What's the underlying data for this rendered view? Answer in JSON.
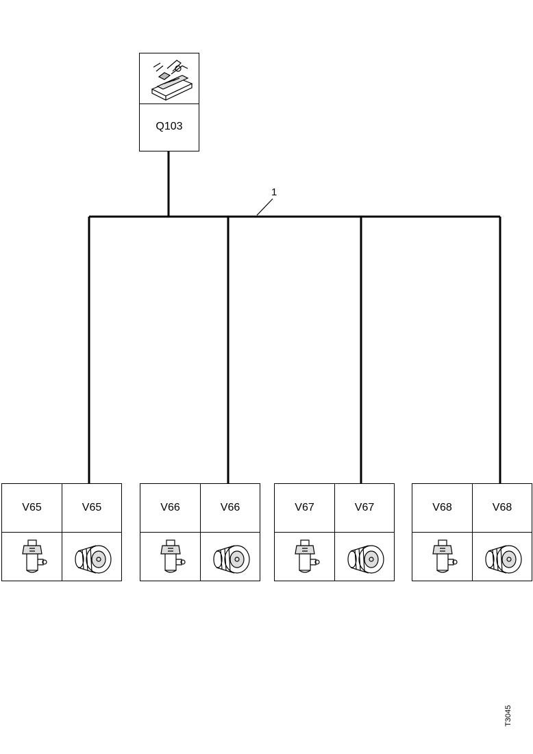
{
  "top_module": {
    "code": "Q103",
    "icon": "control-unit-icon"
  },
  "bus_label": "1",
  "groups": [
    {
      "left_code": "V65",
      "right_code": "V65",
      "left_icon": "valve-icon",
      "right_icon": "motor-icon"
    },
    {
      "left_code": "V66",
      "right_code": "V66",
      "left_icon": "valve-icon",
      "right_icon": "motor-icon"
    },
    {
      "left_code": "V67",
      "right_code": "V67",
      "left_icon": "valve-icon",
      "right_icon": "motor-icon"
    },
    {
      "left_code": "V68",
      "right_code": "V68",
      "left_icon": "valve-icon",
      "right_icon": "motor-icon"
    }
  ],
  "drawing_ref": "T3045"
}
